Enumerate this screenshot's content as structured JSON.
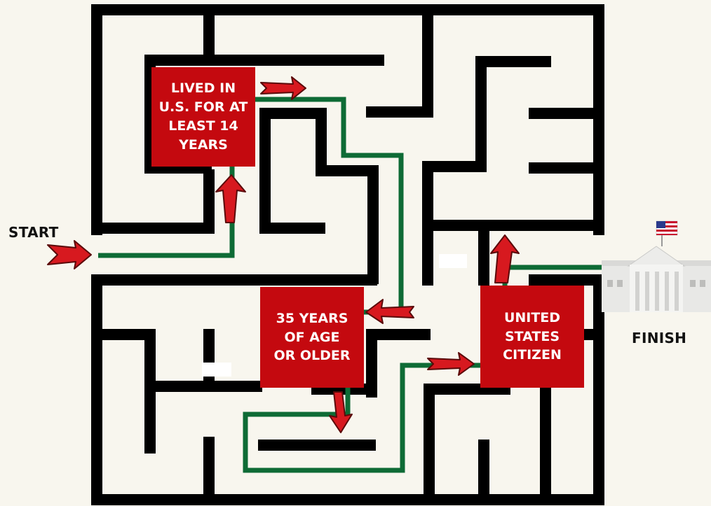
{
  "labels": {
    "start": "START",
    "finish": "FINISH"
  },
  "requirements": [
    {
      "lines": [
        "LIVED IN",
        "U.S. FOR AT",
        "LEAST 14",
        "YEARS"
      ]
    },
    {
      "lines": [
        "35 YEARS",
        "OF AGE",
        "OR OLDER"
      ]
    },
    {
      "lines": [
        "UNITED",
        "STATES",
        "CITIZEN"
      ]
    }
  ],
  "colors": {
    "background": "#f8f6ee",
    "walls": "#000000",
    "path": "#0e6b35",
    "box": "#c4090f",
    "arrow": "#d7191f"
  },
  "icons": {
    "finish": "white-house-icon",
    "flag": "us-flag-icon"
  }
}
